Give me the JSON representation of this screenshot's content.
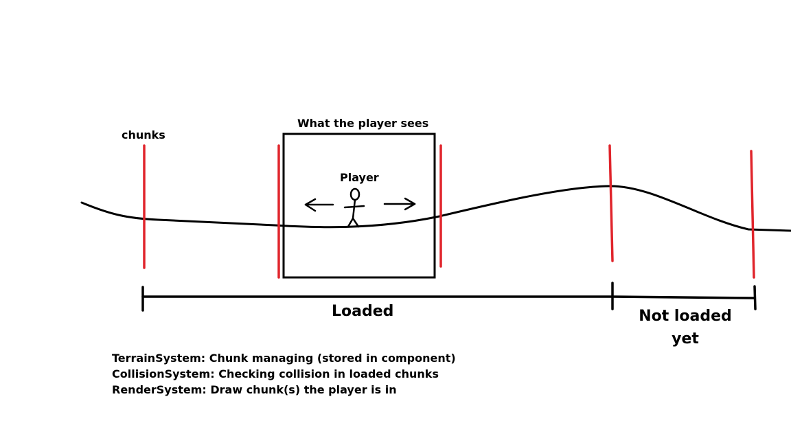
{
  "labels": {
    "chunks": "chunks",
    "viewport": "What the player sees",
    "player": "Player",
    "loaded": "Loaded",
    "not_loaded": "Not loaded yet"
  },
  "notes": [
    "TerrainSystem: Chunk managing (stored in component)",
    "CollisionSystem: Checking collision in loaded chunks",
    "RenderSystem: Draw chunk(s) the player is in"
  ],
  "colors": {
    "ink": "#000000",
    "chunk_boundary": "#e0242b",
    "background": "#ffffff"
  },
  "icons": {
    "player": "stick-figure-icon",
    "move_left": "arrow-left-icon",
    "move_right": "arrow-right-icon"
  }
}
